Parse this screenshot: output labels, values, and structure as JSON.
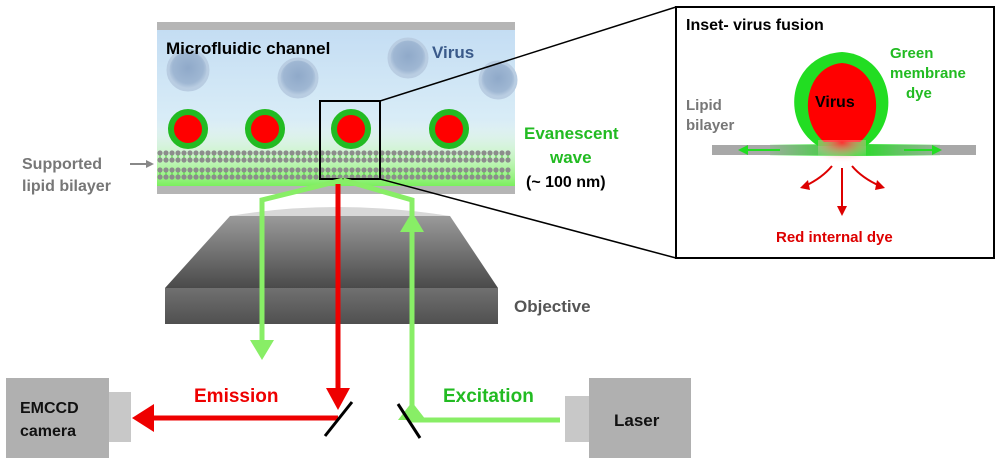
{
  "labels": {
    "channel": "Microfluidic channel",
    "virus": "Virus",
    "evanescent_line1": "Evanescent",
    "evanescent_line2": "wave",
    "evanescent_line3": "(~ 100 nm)",
    "supported_line1": "Supported",
    "supported_line2": "lipid bilayer",
    "objective": "Objective",
    "emission": "Emission",
    "excitation": "Excitation",
    "emccd_line1": "EMCCD",
    "emccd_line2": "camera",
    "laser": "Laser"
  },
  "inset": {
    "title": "Inset- virus fusion",
    "virus": "Virus",
    "green_line1": "Green",
    "green_line2": "membrane",
    "green_line3": "dye",
    "lipid_line1": "Lipid",
    "lipid_line2": "bilayer",
    "red_dye": "Red internal dye"
  },
  "colors": {
    "red": "#ff0000",
    "green": "#22cc22",
    "light_green": "#88ee66",
    "channel_blue": "#c8e0f4",
    "gray": "#b0b0b0"
  }
}
